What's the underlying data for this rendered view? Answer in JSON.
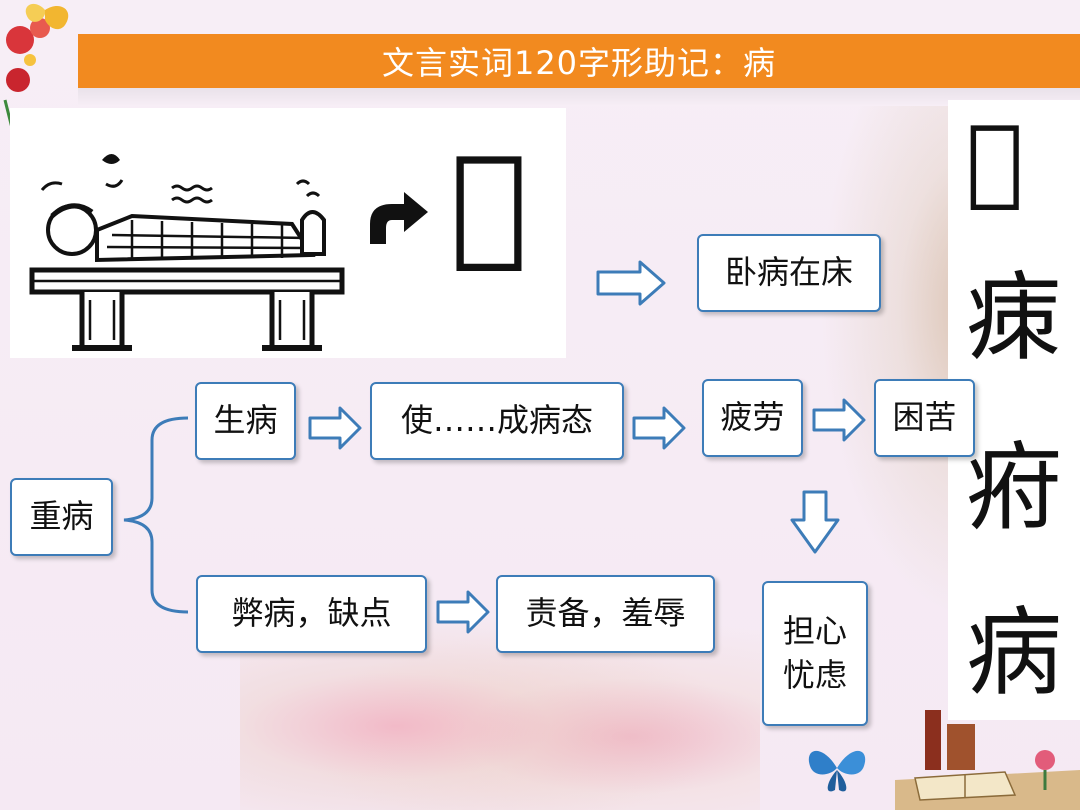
{
  "title": "文言实词120字形助记：病",
  "seal_glyphs": [
    "𤕫",
    "㾊",
    "㾈",
    "病"
  ],
  "small_glyph": "𤕫",
  "nodes": {
    "wobing": "卧病在床",
    "zhongbing": "重病",
    "shengbing": "生病",
    "shibingtai": "使……成病态",
    "pilao": "疲劳",
    "kunku": "困苦",
    "bibing": "弊病，缺点",
    "zebei": "责备，羞辱",
    "danxin_line1": "担心",
    "danxin_line2": "忧虑"
  },
  "colors": {
    "title_bar": "#f28a1f",
    "node_border": "#3d7cb8",
    "arrow_stroke": "#3d7cb8",
    "bracket": "#3d7cb8"
  }
}
